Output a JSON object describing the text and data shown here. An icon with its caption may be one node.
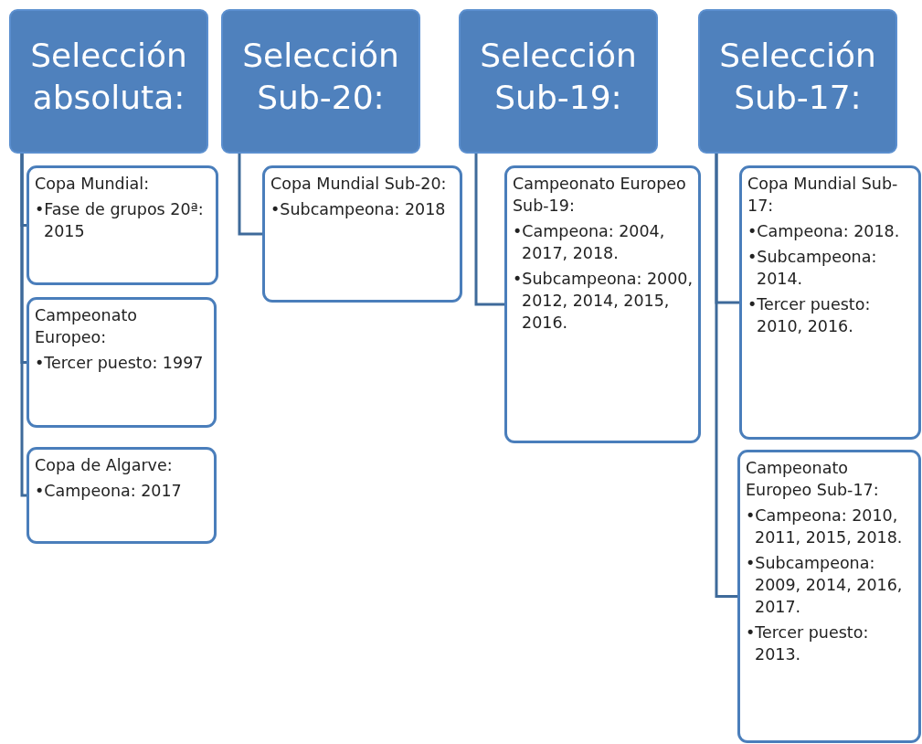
{
  "diagram": {
    "nodes": [
      {
        "text": [
          "Selección absoluta:"
        ]
      },
      {
        "text": [
          "Copa Mundial:",
          "•Fase de grupos 20ª: 2015"
        ]
      },
      {
        "text": [
          "Campeonato Europeo:",
          "•Tercer puesto: 1997"
        ]
      },
      {
        "text": [
          "Copa de Algarve:",
          "•Campeona: 2017"
        ]
      },
      {
        "text": [
          "Selección Sub-20:"
        ]
      },
      {
        "text": [
          "Copa Mundial Sub-20:",
          "•Subcampeona: 2018"
        ]
      },
      {
        "text": [
          "Selección Sub-19:"
        ]
      },
      {
        "text": [
          "Campeonato Europeo Sub-19:",
          "•Campeona: 2004, 2017, 2018.",
          "•Subcampeona: 2000, 2012, 2014, 2015, 2016."
        ]
      },
      {
        "text": [
          "Selección Sub-17:"
        ]
      },
      {
        "text": [
          "Copa Mundial Sub-17:",
          "•Campeona: 2018.",
          "•Subcampeona: 2014.",
          "•Tercer puesto: 2010, 2016."
        ]
      },
      {
        "text": [
          "Campeonato Europeo Sub-17:",
          "•Campeona: 2010, 2011, 2015, 2018.",
          "•Subcampeona: 2009, 2014, 2016, 2017.",
          "•Tercer puesto: 2013."
        ]
      }
    ],
    "edges": [
      {
        "from": 0,
        "to": 1,
        "arrow": "none"
      },
      {
        "from": 0,
        "to": 2,
        "arrow": "none"
      },
      {
        "from": 0,
        "to": 3,
        "arrow": "none"
      },
      {
        "from": 4,
        "to": 5,
        "arrow": "none"
      },
      {
        "from": 6,
        "to": 7,
        "arrow": "none"
      },
      {
        "from": 8,
        "to": 9,
        "arrow": "none"
      },
      {
        "from": 8,
        "to": 10,
        "arrow": "none"
      }
    ]
  }
}
